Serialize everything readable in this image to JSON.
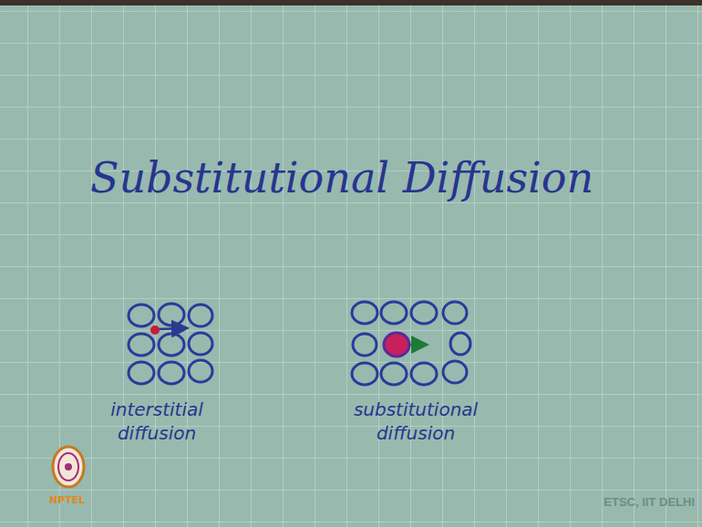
{
  "diagram": {
    "title": "Substitutional Diffusion",
    "labels": [
      "interstitial diffusion",
      "substitutional diffusion",
      "NPTEL",
      "ETSC, IIT DELHI"
    ]
  }
}
